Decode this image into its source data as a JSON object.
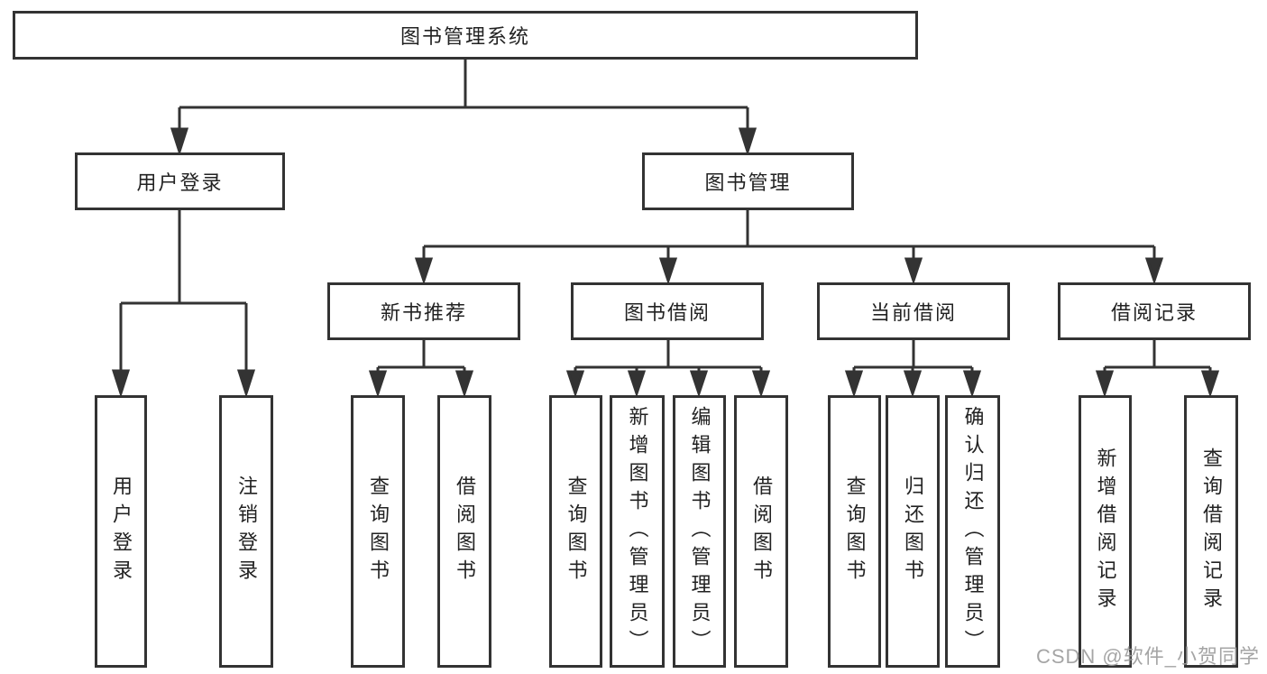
{
  "root": {
    "label": "图书管理系统"
  },
  "level2": {
    "user_login": "用户登录",
    "book_management": "图书管理"
  },
  "level3": {
    "new_book_recommend": "新书推荐",
    "book_borrow": "图书借阅",
    "current_borrow": "当前借阅",
    "borrow_records": "借阅记录"
  },
  "leaves": {
    "user_login": "用户登录",
    "logout_login": "注销登录",
    "query_books_recommend": "查询图书",
    "borrow_books_recommend": "借阅图书",
    "query_books_borrow": "查询图书",
    "add_books_admin": "新增图书（管理员）",
    "edit_books_admin": "编辑图书（管理员）",
    "borrow_books": "借阅图书",
    "query_books_current": "查询图书",
    "return_books": "归还图书",
    "confirm_return_admin": "确认归还（管理员）",
    "add_borrow_record": "新增借阅记录",
    "query_borrow_record": "查询借阅记录"
  },
  "watermark": "CSDN @软件_小贺同学",
  "colors": {
    "line": "#333333",
    "text": "#222222",
    "watermark": "#9b9b9b",
    "background": "#ffffff"
  }
}
